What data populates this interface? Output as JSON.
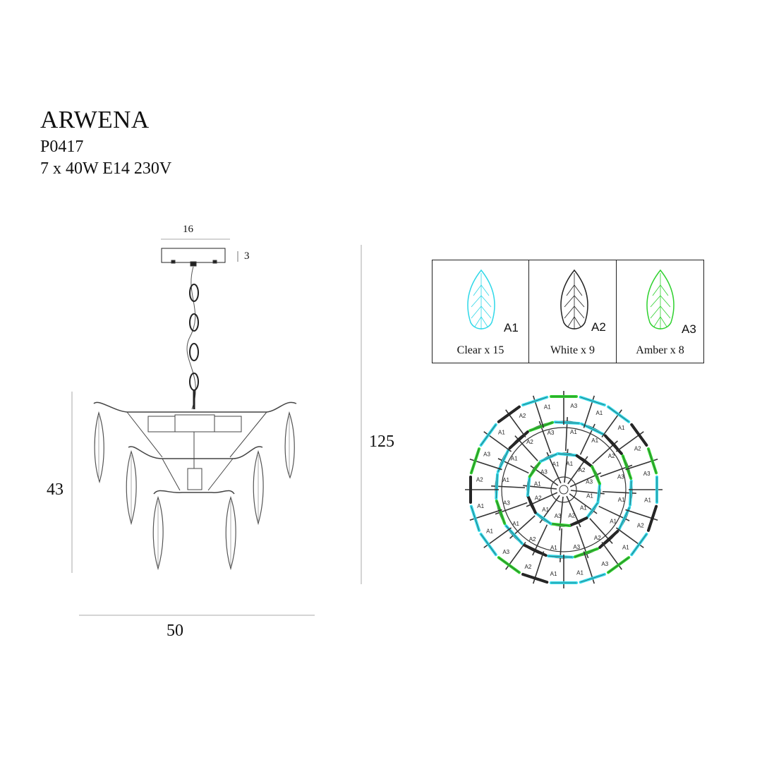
{
  "product": {
    "name": "ARWENA",
    "code": "P0417",
    "spec": "7 x 40W E14 230V"
  },
  "dimensions": {
    "canopy_width": "16",
    "canopy_height": "3",
    "body_height": "43",
    "total_height": "125",
    "width": "50"
  },
  "legend": [
    {
      "code": "A1",
      "label": "Clear  x 15",
      "color": "#2fd8e8"
    },
    {
      "code": "A2",
      "label": "White x 9",
      "color": "#222222"
    },
    {
      "code": "A3",
      "label": "Amber x 8",
      "color": "#2ed12e"
    }
  ],
  "top_view_labels": [
    "A1",
    "A2",
    "A3"
  ]
}
